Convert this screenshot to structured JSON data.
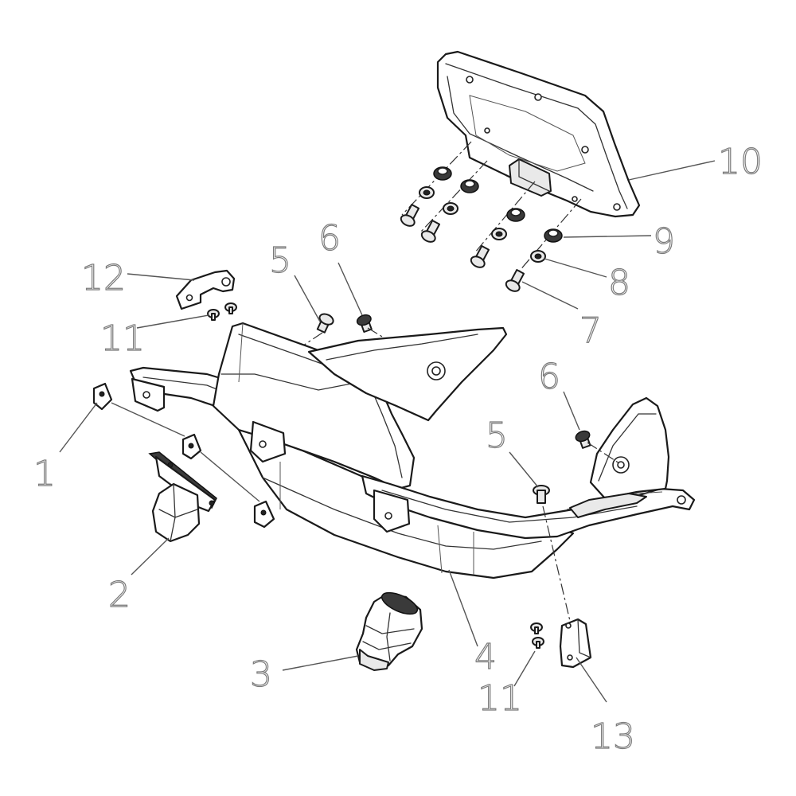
{
  "callouts": {
    "c1": "1",
    "c2": "2",
    "c3": "3",
    "c4": "4",
    "c5a": "5",
    "c5b": "5",
    "c6a": "6",
    "c6b": "6",
    "c7": "7",
    "c8": "8",
    "c9": "9",
    "c10": "10",
    "c11a": "11",
    "c11b": "11",
    "c12": "12",
    "c13": "13"
  }
}
